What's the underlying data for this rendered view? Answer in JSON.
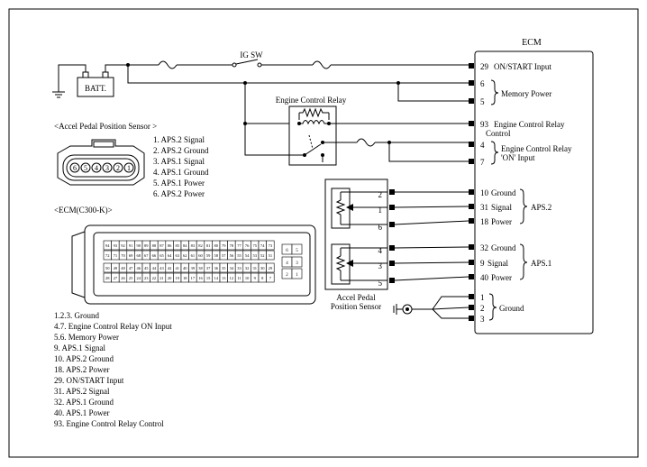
{
  "ecm": {
    "title": "ECM",
    "pins": {
      "p29": "29",
      "p6": "6",
      "p5": "5",
      "p93": "93",
      "p4": "4",
      "p7": "7",
      "p10": "10",
      "p31": "31",
      "p18": "18",
      "p32": "32",
      "p9": "9",
      "p40": "40",
      "p1": "1",
      "p2": "2",
      "p3": "3"
    },
    "labels": {
      "on_start": "ON/START Input",
      "memory_power": "Memory Power",
      "relay_control_1": "Engine Control Relay",
      "relay_control_2": "Control",
      "relay_on_1": "Engine Control Relay",
      "relay_on_2": "'ON' Input",
      "ground": "Ground",
      "signal": "Signal",
      "power": "Power",
      "aps2": "APS.2",
      "aps1": "APS.1",
      "ground_group": "Ground"
    }
  },
  "battery": {
    "label": "BATT."
  },
  "ig_switch": {
    "label": "IG SW"
  },
  "relay": {
    "label": "Engine Control Relay"
  },
  "sensor": {
    "label_1": "Accel Pedal",
    "label_2": "Position Sensor",
    "pins": {
      "s2": "2",
      "s1": "1",
      "s6": "6",
      "s4": "4",
      "s3": "3",
      "s5": "5"
    }
  },
  "connector_sensor": {
    "title": "<Accel Pedal Position Sensor      >",
    "pins_visual": [
      "6",
      "5",
      "4",
      "3",
      "2",
      "1"
    ],
    "pin_list": [
      "1. APS.2  Signal",
      "2. APS.2  Ground",
      "3. APS.1  Signal",
      "4. APS.1  Ground",
      "5. APS.1  Power",
      "6. APS.2  Power"
    ]
  },
  "connector_ecm": {
    "title": "<ECM(C300-K)>",
    "rows": [
      [
        "94",
        "93",
        "92",
        "91",
        "90",
        "89",
        "88",
        "87",
        "86",
        "85",
        "84",
        "83",
        "82",
        "81",
        "80",
        "79",
        "78",
        "77",
        "76",
        "75",
        "74",
        "73"
      ],
      [
        "72",
        "71",
        "70",
        "69",
        "68",
        "67",
        "66",
        "65",
        "64",
        "63",
        "62",
        "61",
        "60",
        "59",
        "58",
        "57",
        "56",
        "55",
        "54",
        "53",
        "52",
        "51"
      ],
      [
        "50",
        "49",
        "48",
        "47",
        "46",
        "45",
        "44",
        "43",
        "42",
        "41",
        "40",
        "39",
        "38",
        "37",
        "36",
        "35",
        "34",
        "33",
        "32",
        "31",
        "30",
        "29"
      ],
      [
        "28",
        "27",
        "26",
        "25",
        "24",
        "23",
        "22",
        "21",
        "20",
        "19",
        "18",
        "17",
        "16",
        "15",
        "14",
        "13",
        "12",
        "11",
        "10",
        "9",
        "8",
        "7"
      ]
    ],
    "side_pins": [
      "6",
      "5",
      "4",
      "3",
      "2",
      "1"
    ]
  },
  "legend": [
    "1.2.3.  Ground",
    "4.7. Engine Control Relay ON Input",
    "5.6.  Memory Power",
    "9. APS.1  Signal",
    "10. APS.2  Ground",
    "18. APS.2  Power",
    "29.  ON/START Input",
    "31. APS.2  Signal",
    "32.  APS.1  Ground",
    "40. APS.1  Power",
    "93.  Engine Control Relay Control"
  ]
}
